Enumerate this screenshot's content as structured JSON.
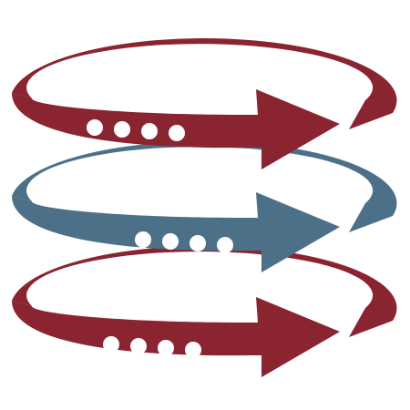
{
  "graphic": {
    "description_icon": "stacked-circular-arrows-icon",
    "colors": {
      "background": "#ffffff",
      "red": "#8b2431",
      "blue": "#4d7089",
      "dot": "#ffffff"
    },
    "rings": [
      {
        "name": "ring-top",
        "color_key": "red",
        "dots": 4
      },
      {
        "name": "ring-middle",
        "color_key": "blue",
        "dots": 4
      },
      {
        "name": "ring-bottom",
        "color_key": "red",
        "dots": 4
      }
    ]
  }
}
